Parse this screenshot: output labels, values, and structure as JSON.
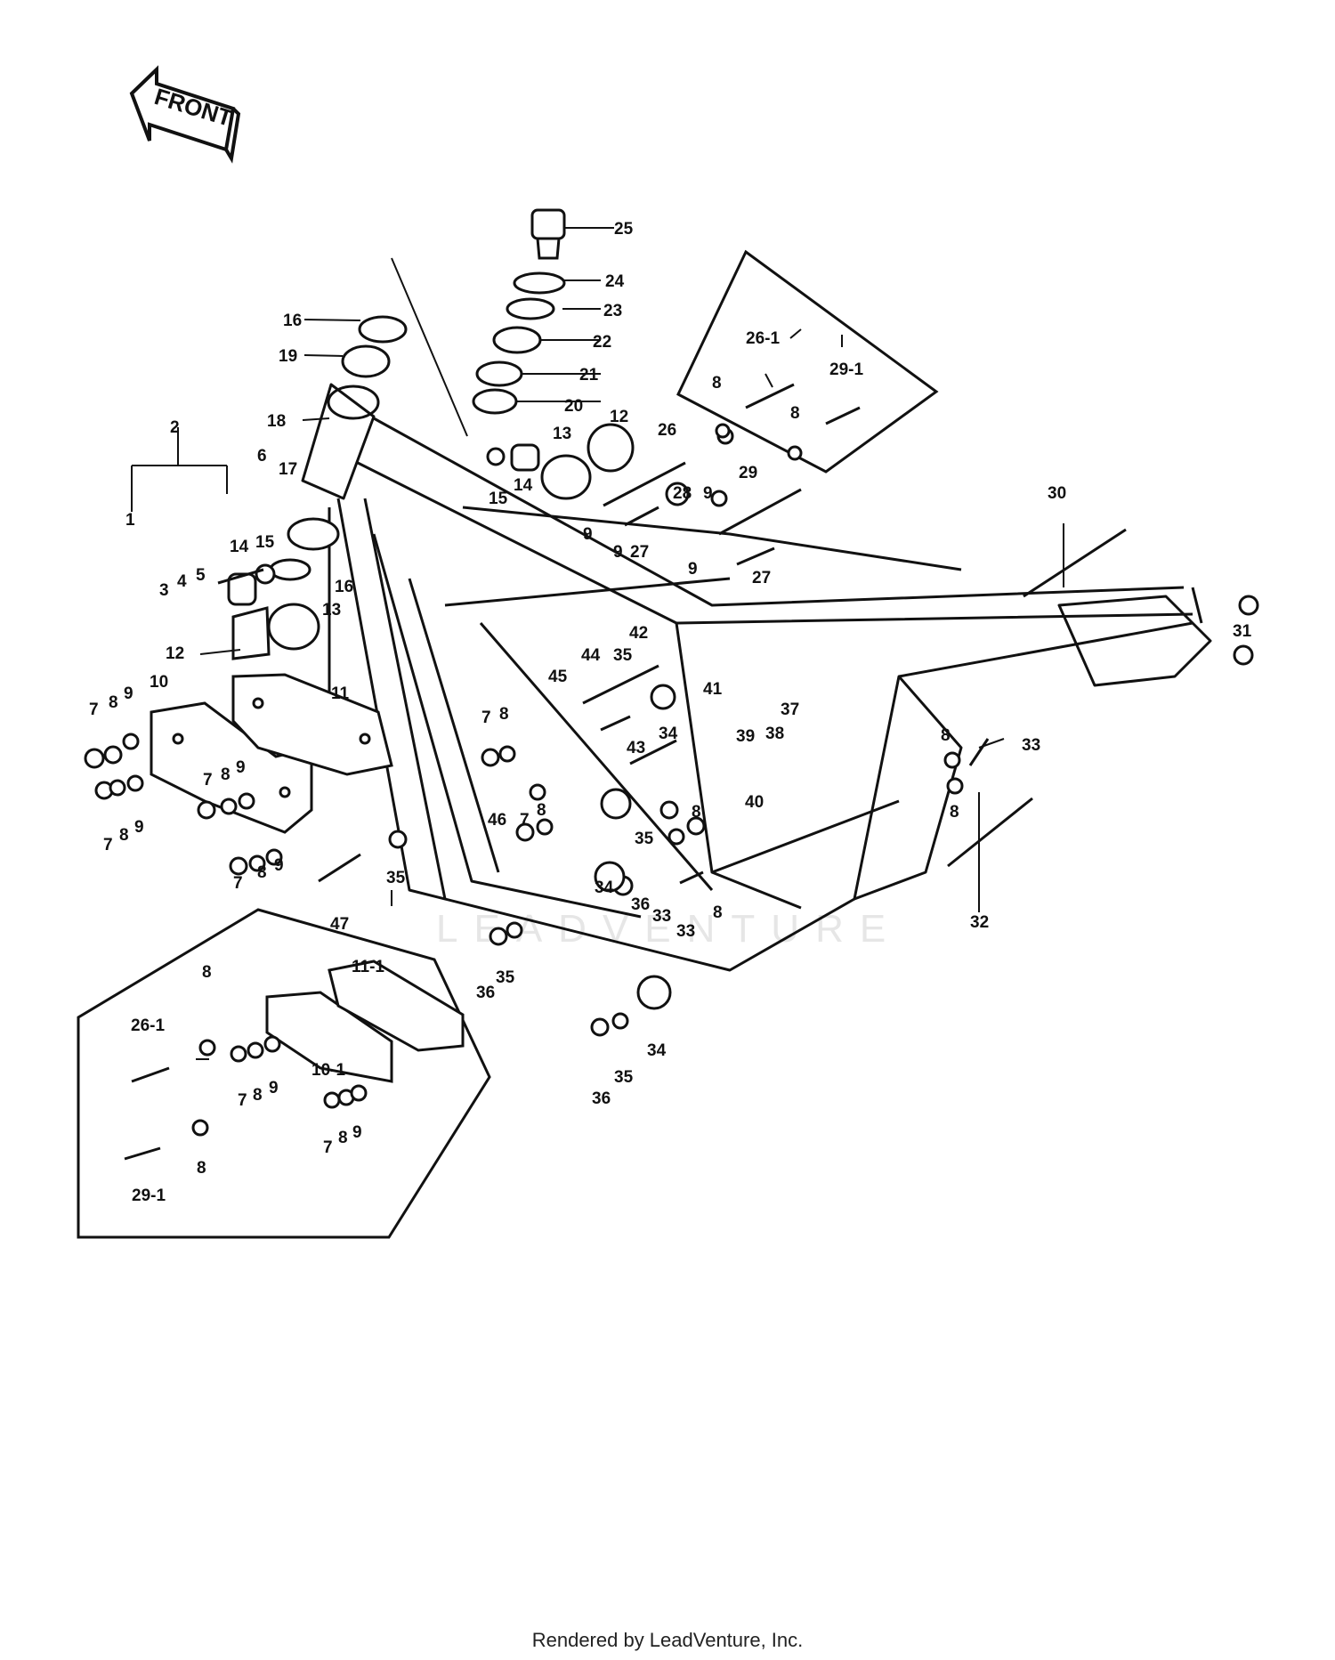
{
  "front_arrow": {
    "label": "FRONT"
  },
  "watermark": {
    "text": "LEADVENTURE"
  },
  "footer": {
    "text": "Rendered by LeadVenture, Inc."
  },
  "callouts": [
    {
      "id": "c1",
      "text": "25"
    },
    {
      "id": "c2",
      "text": "24"
    },
    {
      "id": "c3",
      "text": "23"
    },
    {
      "id": "c4",
      "text": "22"
    },
    {
      "id": "c5",
      "text": "21"
    },
    {
      "id": "c6",
      "text": "20"
    },
    {
      "id": "c7",
      "text": "16"
    },
    {
      "id": "c8",
      "text": "19"
    },
    {
      "id": "c9",
      "text": "18"
    },
    {
      "id": "c10",
      "text": "2"
    },
    {
      "id": "c11",
      "text": "1"
    },
    {
      "id": "c12",
      "text": "3"
    },
    {
      "id": "c13",
      "text": "4"
    },
    {
      "id": "c14",
      "text": "5"
    },
    {
      "id": "c15",
      "text": "6"
    },
    {
      "id": "c16",
      "text": "17"
    },
    {
      "id": "c17",
      "text": "14"
    },
    {
      "id": "c18",
      "text": "15"
    },
    {
      "id": "c19",
      "text": "16"
    },
    {
      "id": "c20",
      "text": "13"
    },
    {
      "id": "c21",
      "text": "12"
    },
    {
      "id": "c22",
      "text": "13"
    },
    {
      "id": "c23",
      "text": "12"
    },
    {
      "id": "c24",
      "text": "14"
    },
    {
      "id": "c25",
      "text": "15"
    },
    {
      "id": "c26",
      "text": "26"
    },
    {
      "id": "c27",
      "text": "28"
    },
    {
      "id": "c28",
      "text": "9"
    },
    {
      "id": "c29",
      "text": "29"
    },
    {
      "id": "c30",
      "text": "9"
    },
    {
      "id": "c31",
      "text": "9"
    },
    {
      "id": "c32",
      "text": "27"
    },
    {
      "id": "c33",
      "text": "9"
    },
    {
      "id": "c34",
      "text": "27"
    },
    {
      "id": "c35",
      "text": "26-1"
    },
    {
      "id": "c36",
      "text": "29-1"
    },
    {
      "id": "c37",
      "text": "8"
    },
    {
      "id": "c38",
      "text": "8"
    },
    {
      "id": "c39",
      "text": "30"
    },
    {
      "id": "c40",
      "text": "31"
    },
    {
      "id": "c41",
      "text": "7"
    },
    {
      "id": "c42",
      "text": "8"
    },
    {
      "id": "c43",
      "text": "9"
    },
    {
      "id": "c44",
      "text": "10"
    },
    {
      "id": "c45",
      "text": "11"
    },
    {
      "id": "c46",
      "text": "7"
    },
    {
      "id": "c47",
      "text": "8"
    },
    {
      "id": "c48",
      "text": "9"
    },
    {
      "id": "c49",
      "text": "7"
    },
    {
      "id": "c50",
      "text": "8"
    },
    {
      "id": "c51",
      "text": "9"
    },
    {
      "id": "c52",
      "text": "7"
    },
    {
      "id": "c53",
      "text": "8"
    },
    {
      "id": "c54",
      "text": "9"
    },
    {
      "id": "c55",
      "text": "42"
    },
    {
      "id": "c56",
      "text": "44"
    },
    {
      "id": "c57",
      "text": "35"
    },
    {
      "id": "c58",
      "text": "45"
    },
    {
      "id": "c59",
      "text": "43"
    },
    {
      "id": "c60",
      "text": "34"
    },
    {
      "id": "c61",
      "text": "41"
    },
    {
      "id": "c62",
      "text": "37"
    },
    {
      "id": "c63",
      "text": "39"
    },
    {
      "id": "c64",
      "text": "38"
    },
    {
      "id": "c65",
      "text": "33"
    },
    {
      "id": "c66",
      "text": "8"
    },
    {
      "id": "c67",
      "text": "8"
    },
    {
      "id": "c68",
      "text": "40"
    },
    {
      "id": "c69",
      "text": "7"
    },
    {
      "id": "c70",
      "text": "8"
    },
    {
      "id": "c71",
      "text": "46"
    },
    {
      "id": "c72",
      "text": "7"
    },
    {
      "id": "c73",
      "text": "8"
    },
    {
      "id": "c74",
      "text": "8"
    },
    {
      "id": "c75",
      "text": "35"
    },
    {
      "id": "c76",
      "text": "34"
    },
    {
      "id": "c77",
      "text": "36"
    },
    {
      "id": "c78",
      "text": "33"
    },
    {
      "id": "c79",
      "text": "8"
    },
    {
      "id": "c80",
      "text": "33"
    },
    {
      "id": "c81",
      "text": "32"
    },
    {
      "id": "c82",
      "text": "35"
    },
    {
      "id": "c83",
      "text": "47"
    },
    {
      "id": "c84",
      "text": "36"
    },
    {
      "id": "c85",
      "text": "35"
    },
    {
      "id": "c86",
      "text": "34"
    },
    {
      "id": "c87",
      "text": "36"
    },
    {
      "id": "c88",
      "text": "35"
    },
    {
      "id": "c89",
      "text": "8"
    },
    {
      "id": "c90",
      "text": "11-1"
    },
    {
      "id": "c91",
      "text": "26-1"
    },
    {
      "id": "c92",
      "text": "7"
    },
    {
      "id": "c93",
      "text": "8"
    },
    {
      "id": "c94",
      "text": "9"
    },
    {
      "id": "c95",
      "text": "10-1"
    },
    {
      "id": "c96",
      "text": "7"
    },
    {
      "id": "c97",
      "text": "8"
    },
    {
      "id": "c98",
      "text": "9"
    },
    {
      "id": "c99",
      "text": "8"
    },
    {
      "id": "c100",
      "text": "29-1"
    }
  ]
}
